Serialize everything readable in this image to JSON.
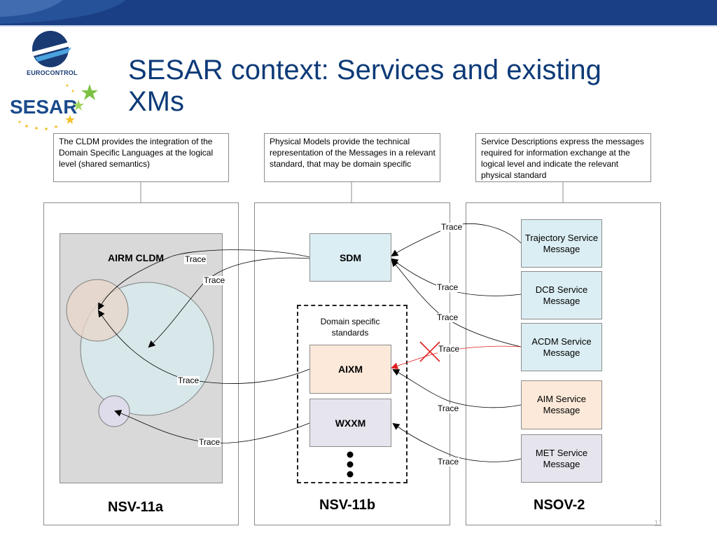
{
  "header": {
    "title_line1": "SESAR context: Services and existing",
    "title_line2": "XMs",
    "logo_text": "EUROCONTROL",
    "colors": {
      "banner": "#1b3f85",
      "title": "#0d3a78"
    }
  },
  "notes": {
    "cldm": "The CLDM provides the integration of the Domain Specific Languages at the logical level (shared semantics)",
    "physical": "Physical Models provide the technical representation of the Messages in a relevant standard, that may be domain specific",
    "services": "Service Descriptions express the messages required for information exchange at the logical level and indicate the relevant physical standard"
  },
  "panels": {
    "left": "NSV-11a",
    "middle": "NSV-11b",
    "right": "NSOV-2"
  },
  "cldm": {
    "label": "AIRM CLDM"
  },
  "models": {
    "sdm": "SDM",
    "domain_label": "Domain specific standards",
    "aixm": "AIXM",
    "wxxm": "WXXM"
  },
  "services": {
    "trajectory": "Trajectory Service Message",
    "dcb": "DCB Service Message",
    "acdm": "ACDM Service Message",
    "aim": "AIM Service Message",
    "met": "MET Service Message"
  },
  "trace_label": "Trace",
  "page_number": "11"
}
